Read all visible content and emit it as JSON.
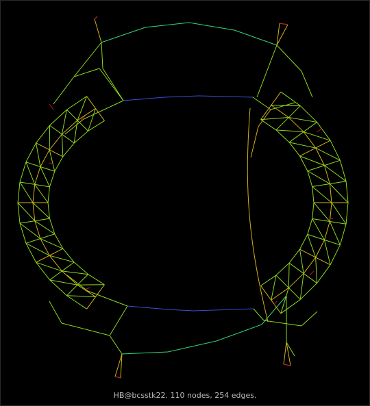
{
  "caption": "HB@bcsstk22. 110 nodes, 254 edges.",
  "graph": {
    "name": "HB@bcsstk22",
    "node_count": 110,
    "edge_count": 254,
    "background": "#000000",
    "edge_colors": {
      "short": "#c8102e",
      "medium_short": "#d4b21a",
      "medium": "#8fd81e",
      "medium_long": "#30d878",
      "long": "#3a4fd8"
    }
  }
}
